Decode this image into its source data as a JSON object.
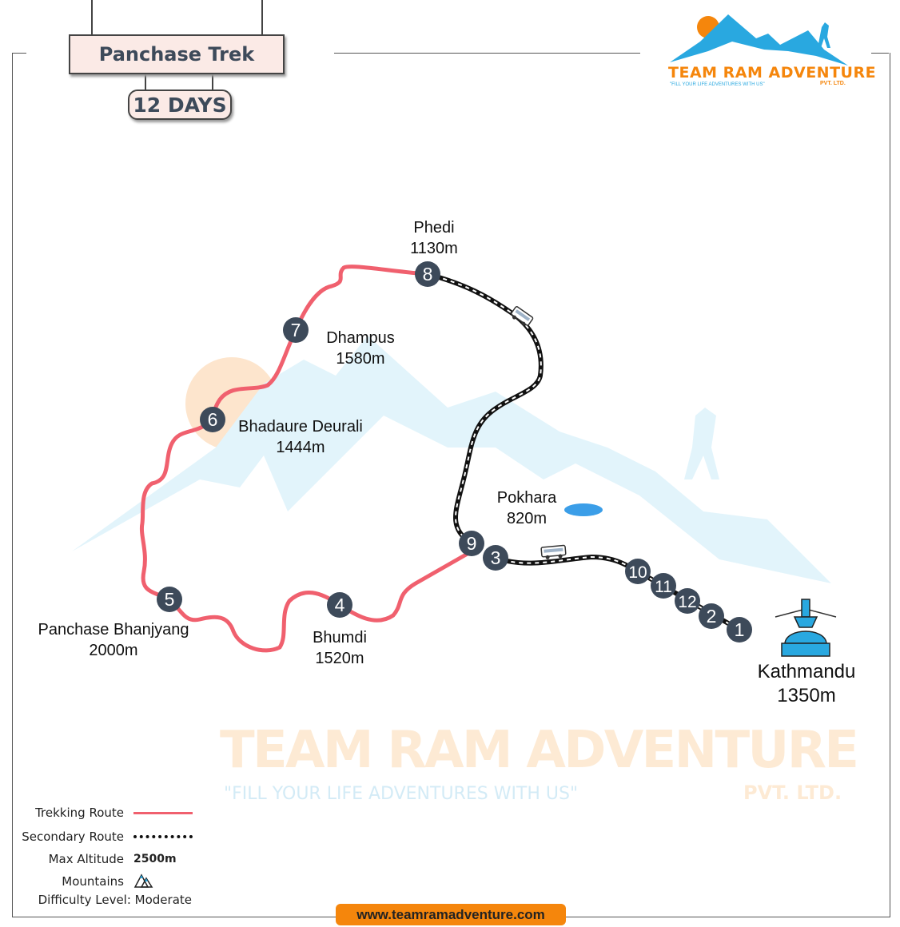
{
  "header": {
    "title": "Panchase Trek",
    "duration": "12 DAYS"
  },
  "logo": {
    "name": "TEAM RAM ADVENTURE",
    "tagline": "\"FILL YOUR LIFE ADVENTURES WITH US\"",
    "suffix": "PVT. LTD."
  },
  "watermark": {
    "text": "TEAM RAM ADVENTURE",
    "tagline": "\"FILL YOUR LIFE ADVENTURES WITH US\"",
    "suffix": "PVT. LTD."
  },
  "places": [
    {
      "name": "Phedi",
      "altitude": "1130m"
    },
    {
      "name": "Dhampus",
      "altitude": "1580m"
    },
    {
      "name": "Bhadaure Deurali",
      "altitude": "1444m"
    },
    {
      "name": "Pokhara",
      "altitude": "820m"
    },
    {
      "name": "Panchase Bhanjyang",
      "altitude": "2000m"
    },
    {
      "name": "Bhumdi",
      "altitude": "1520m"
    },
    {
      "name": "Kathmandu",
      "altitude": "1350m"
    }
  ],
  "stops": [
    "1",
    "2",
    "3",
    "4",
    "5",
    "6",
    "7",
    "8",
    "9",
    "10",
    "11",
    "12"
  ],
  "legend": {
    "trekking_route": "Trekking Route",
    "secondary_route": "Secondary Route",
    "max_altitude_label": "Max Altitude",
    "max_altitude_value": "2500m",
    "mountains": "Mountains",
    "difficulty": "Difficulty Level: Moderate"
  },
  "website": "www.teamramadventure.com",
  "colors": {
    "trek_route": "#f0606e",
    "secondary_route": "#111111",
    "marker": "#3d4a5a",
    "accent": "#f5860c",
    "sky_blue": "#29a8e0"
  },
  "icons": [
    "bus-icon",
    "stupa-icon",
    "lake-icon",
    "mountains-icon"
  ]
}
